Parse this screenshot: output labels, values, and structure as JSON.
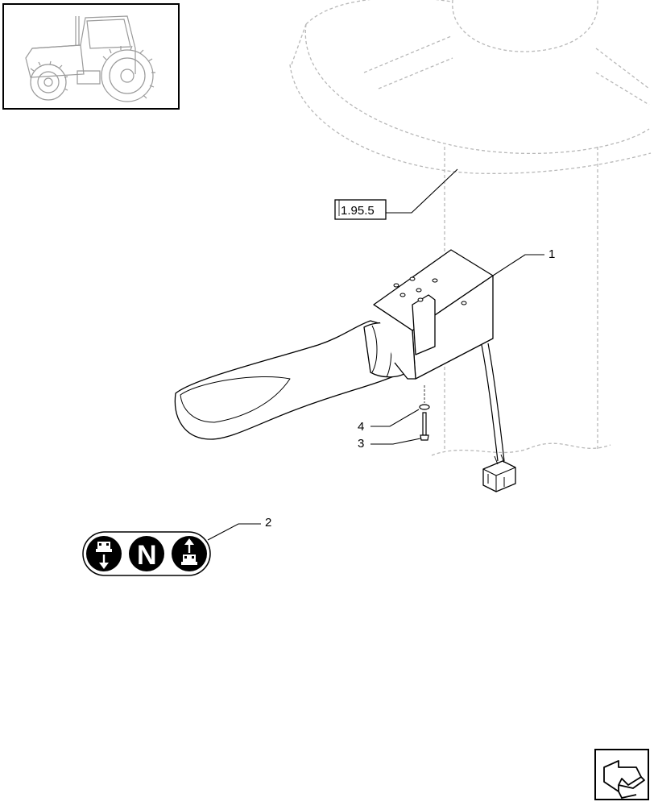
{
  "reference_box": {
    "label": "1.95.5"
  },
  "callouts": [
    {
      "id": "1",
      "label": "1",
      "part": "shuttle-lever-switch"
    },
    {
      "id": "2",
      "label": "2",
      "part": "direction-decal"
    },
    {
      "id": "3",
      "label": "3",
      "part": "screw"
    },
    {
      "id": "4",
      "label": "4",
      "part": "washer"
    }
  ],
  "decal": {
    "center_glyph": "N"
  },
  "icons": {
    "thumbnail": "tractor-thumbnail-icon",
    "navigation": "next-page-arrow-icon"
  },
  "colors": {
    "line": "#000000",
    "ghost_line": "#b8b8b8",
    "decal_fill": "#000000"
  }
}
